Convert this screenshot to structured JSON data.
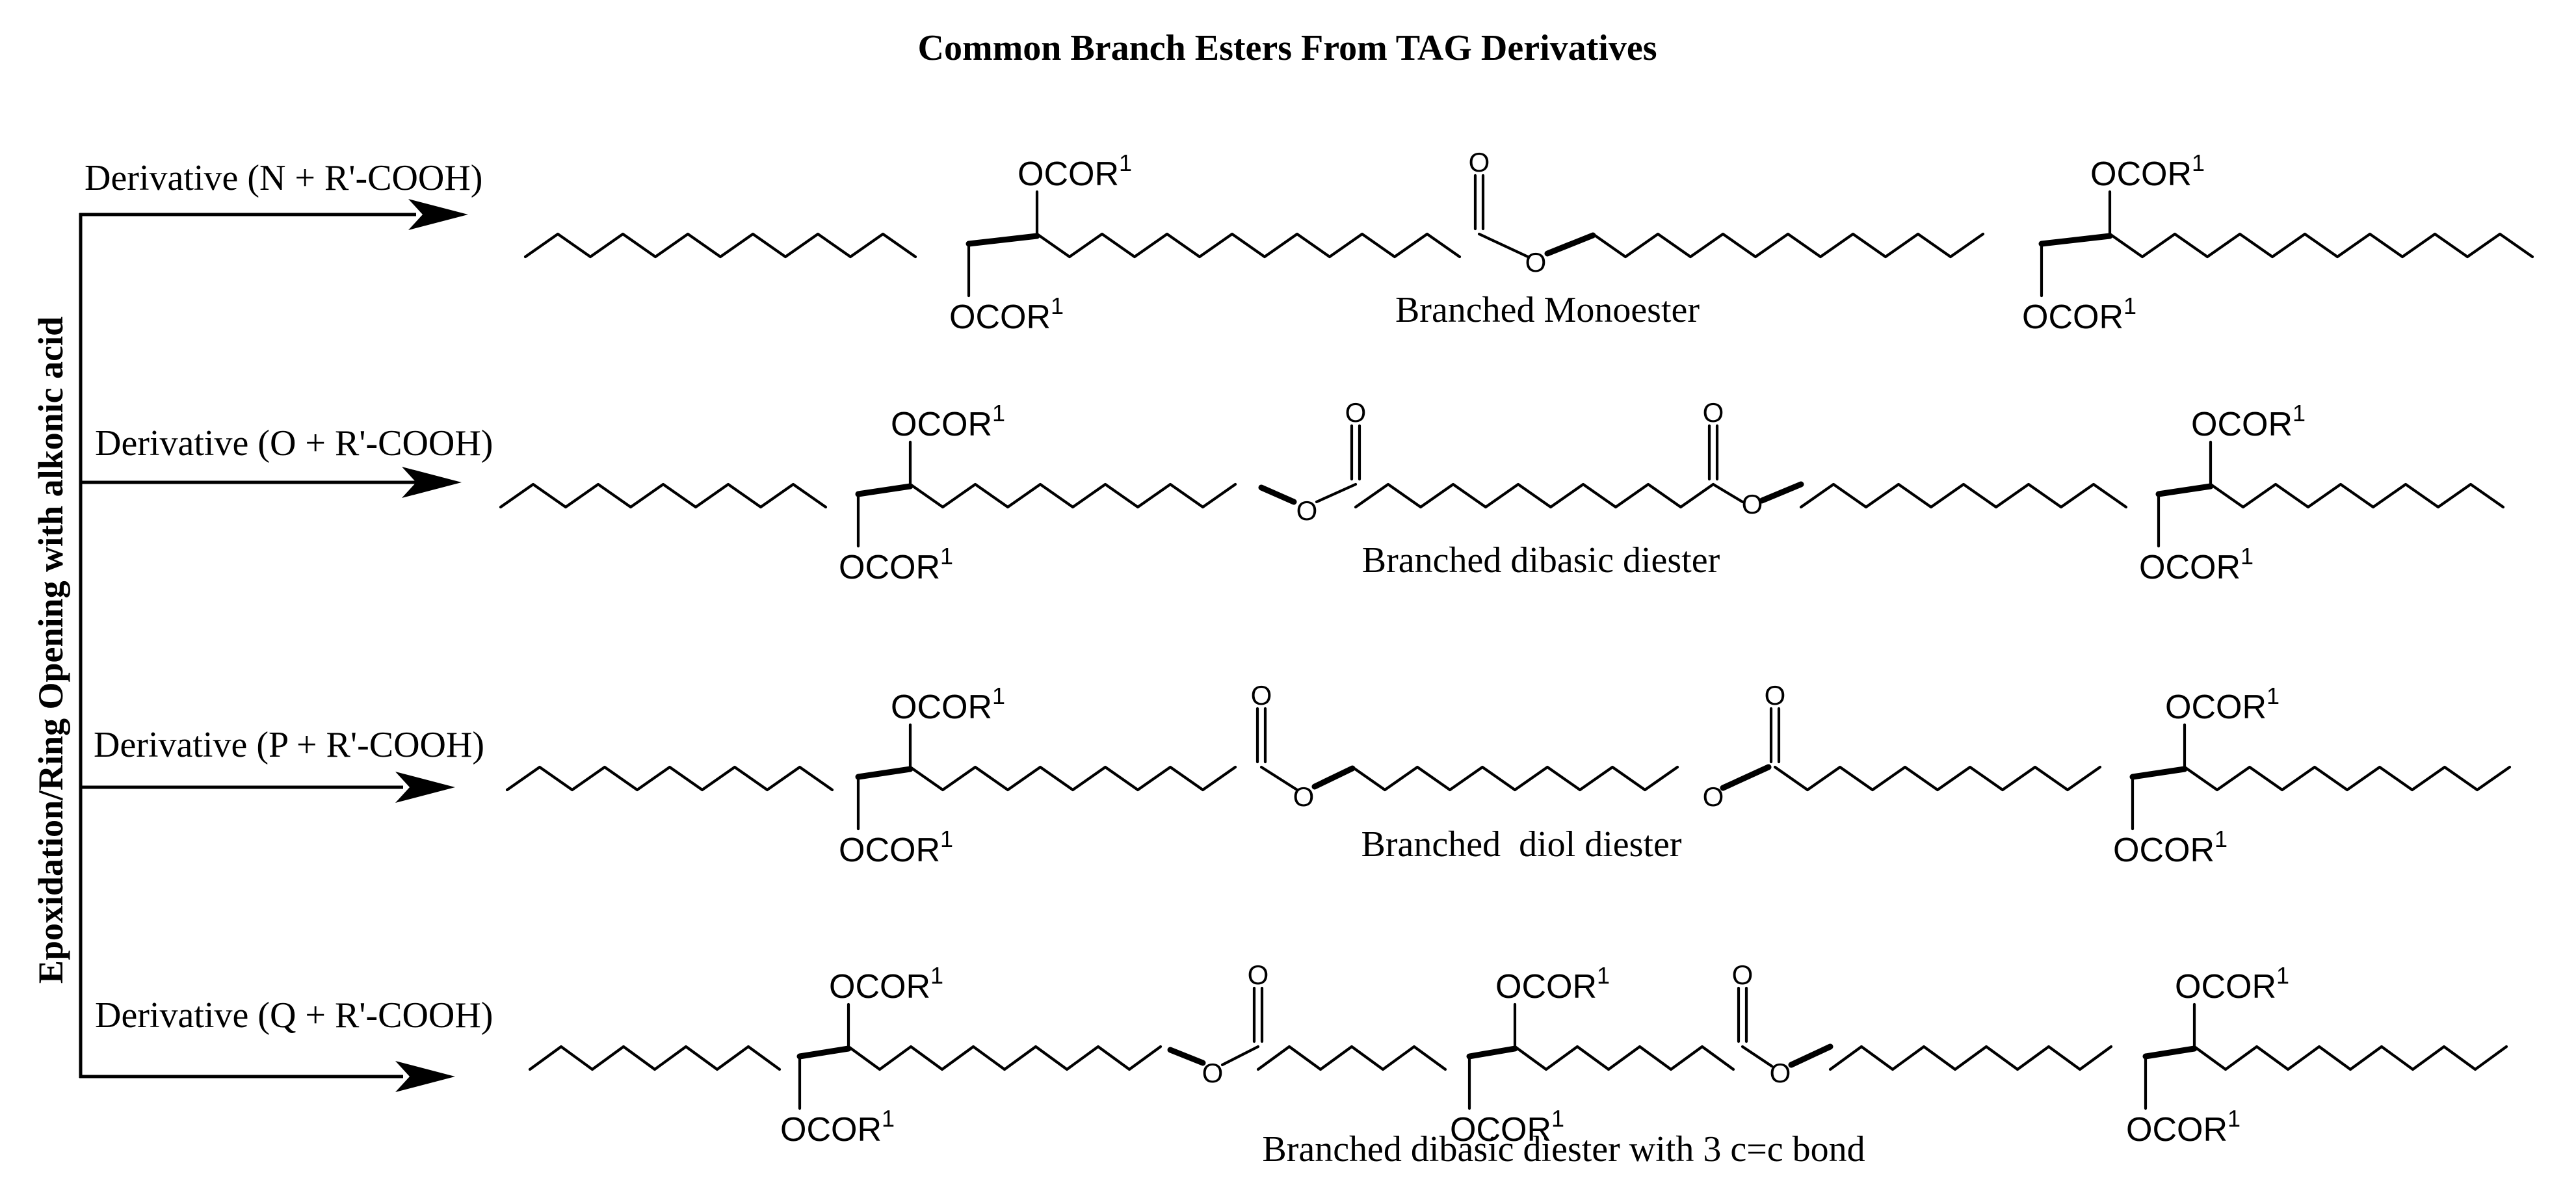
{
  "title": "Common Branch Esters From TAG Derivatives",
  "side_label": "Epoxidation/Ring Opening with alkonic acid",
  "group_labels": {
    "ester_group": "OCOR",
    "superscript": "1",
    "oxygen": "O"
  },
  "rows": [
    {
      "derivative": "Derivative (N + R'-COOH)",
      "name": "Branched Monoester"
    },
    {
      "derivative": "Derivative (O + R'-COOH)",
      "name": "Branched dibasic diester"
    },
    {
      "derivative": "Derivative (P + R'-COOH)",
      "name": "Branched  diol diester"
    },
    {
      "derivative": "Derivative (Q + R'-COOH)",
      "name": "Branched dibasic diester with 3 c=c bond"
    }
  ]
}
